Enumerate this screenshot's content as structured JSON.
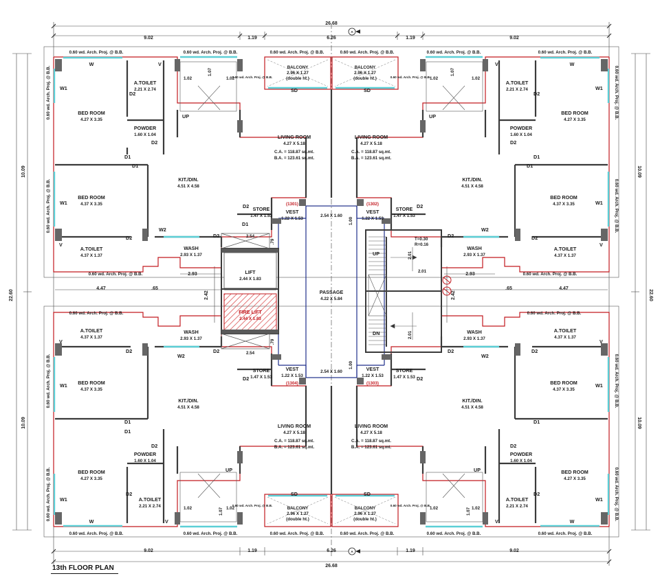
{
  "title": "13th FLOOR PLAN",
  "colors": {
    "wall": "#3a3a3a",
    "outline": "#c2191f",
    "window": "#5ccfd6",
    "column": "#666666",
    "core": "#1e2e8a",
    "firelift_hatch": "#d84646",
    "text": "#1a1a1a"
  },
  "dimensions": {
    "overall_width": "26.68",
    "overall_depth": "22.60",
    "half_depth": "10.09",
    "wing": "9.02",
    "gap": "1.19",
    "center": "6.26",
    "stair_landing": "2.42",
    "offset_a": "4.47",
    "offset_b": ".65",
    "offset_c": "2.93",
    "stair_width": "1.02",
    "stair_len": "1.07",
    "vest_gap": "1.00",
    "lobby_w": "2.54",
    "lobby_h": ".79",
    "stair_flight": "2.01",
    "axis_marker": "A"
  },
  "projection": "0.60 wd. Arch. Proj. @ B.B.",
  "rooms": {
    "bedroom": "BED ROOM",
    "bedroom_size_a": "4.27 X 3.35",
    "bedroom_size_b": "4.37 X 3.35",
    "toilet": "A.TOILET",
    "toilet_size_a": "2.21 X 2.74",
    "toilet_size_b": "4.37 X 1.37",
    "powder": "POWDER",
    "powder_size": "1.60 X 1.04",
    "living": "LIVING ROOM",
    "living_size": "4.27 X 5.18",
    "carpet_area": "C.A. = 118.87 sq.mt.",
    "built_area": "B.A. = 123.61 sq.mt.",
    "kitchen": "KIT./DIN.",
    "kitchen_size": "4.51 X 4.58",
    "balcony": "BALCONY",
    "balcony_size": "2.96 X 1.27",
    "balcony_note": "(double ht.)",
    "store": "STORE",
    "store_size": "1.47 X 1.53",
    "vest": "VEST",
    "vest_size": "1.22 X 1.53",
    "wash": "WASH",
    "wash_size": "2.93 X 1.37",
    "lift": "LIFT",
    "lift_size": "2.44 X 1.83",
    "fire_lift": "FIRE LIFT",
    "fire_lift_size": "2.44 X 1.83",
    "passage": "PASSAGE",
    "passage_size": "4.22 X 5.84",
    "corridor_size": "2.54 X 1.60",
    "stair_t": "T=0.30",
    "stair_r": "R=0.16"
  },
  "unit_numbers": [
    "(1301)",
    "(1302)",
    "(1304)",
    "(1303)"
  ],
  "tags": {
    "w": "W",
    "w1": "W1",
    "w2": "W2",
    "v": "V",
    "d1": "D1",
    "d2": "D2",
    "sd": "SD",
    "up": "UP",
    "dn": "DN"
  }
}
